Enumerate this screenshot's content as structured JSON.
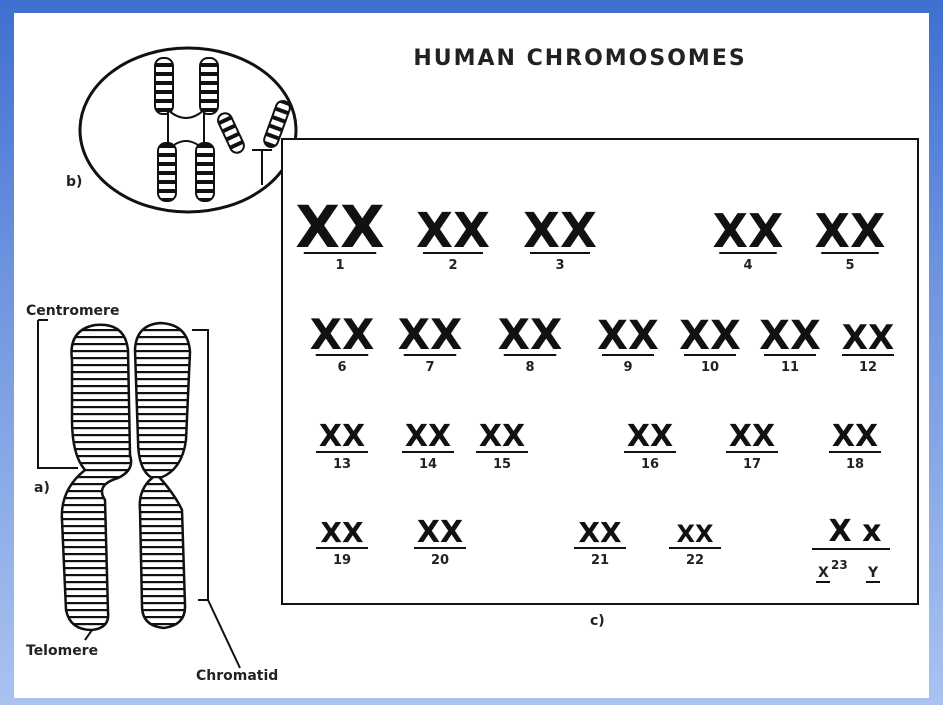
{
  "title": "HUMAN CHROMOSOMES",
  "panel_labels": {
    "a": "a)",
    "b": "b)",
    "c": "c)"
  },
  "structure_labels": {
    "centromere": "Centromere",
    "telomere": "Telomere",
    "chromatid": "Chromatid"
  },
  "karyotype": {
    "pairs": [
      "1",
      "2",
      "3",
      "4",
      "5",
      "6",
      "7",
      "8",
      "9",
      "10",
      "11",
      "12",
      "13",
      "14",
      "15",
      "16",
      "17",
      "18",
      "19",
      "20",
      "21",
      "22"
    ],
    "sex_pair": {
      "number": "23",
      "x": "X",
      "y": "Y"
    }
  }
}
